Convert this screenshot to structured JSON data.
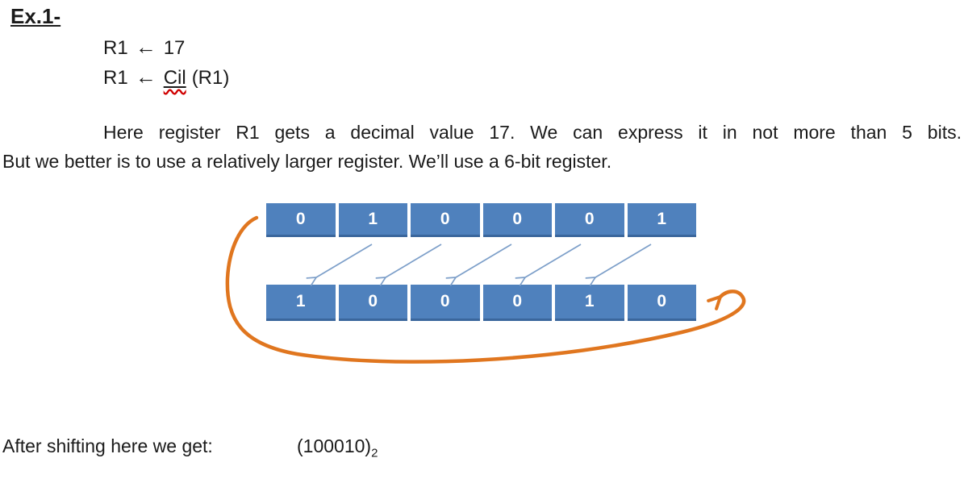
{
  "heading": "Ex.1-",
  "statements": [
    {
      "lhs": "R1",
      "arrow": "←",
      "rhs": "17"
    },
    {
      "lhs": "R1",
      "arrow": "←",
      "op": "Cil",
      "operand": "(R1)"
    }
  ],
  "paragraph": {
    "line1": "Here register R1 gets a decimal value 17. We can express it in not more than 5 bits.",
    "line2": "But we better is to use a relatively larger register. We’ll use a 6-bit register."
  },
  "diagram": {
    "register_before": [
      "0",
      "1",
      "0",
      "0",
      "0",
      "1"
    ],
    "register_after": [
      "1",
      "0",
      "0",
      "0",
      "1",
      "0"
    ],
    "colors": {
      "cell_fill": "#4f81bd",
      "cell_edge": "#3a669c",
      "digit": "#ffffff",
      "shift_arrow": "#7d9fc9",
      "loop_arrow": "#e0761f",
      "spellcheck_underline": "#d00000"
    }
  },
  "result": {
    "label": "After shifting here we get:",
    "value": "(100010)",
    "subscript": "2"
  }
}
